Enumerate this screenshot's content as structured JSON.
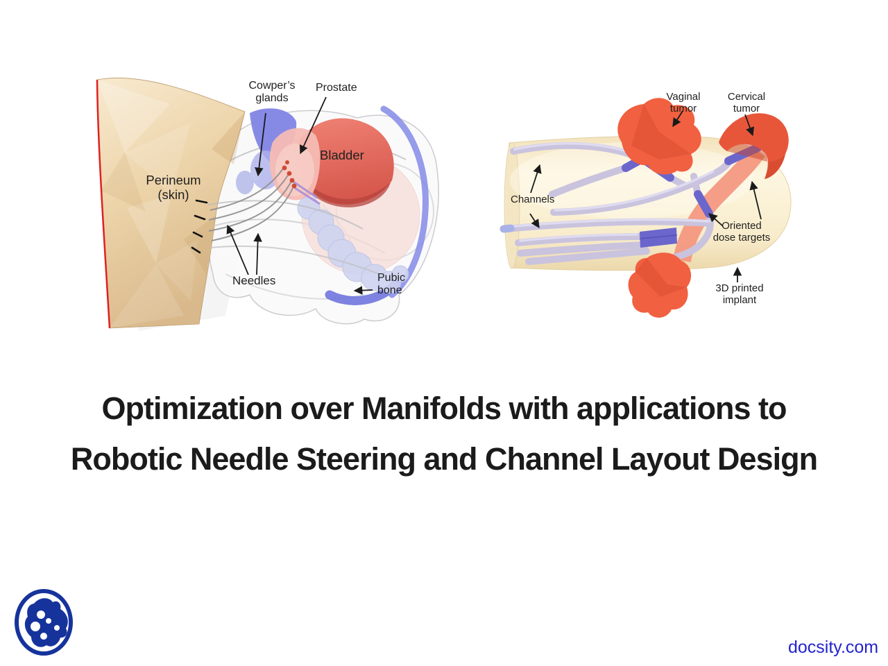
{
  "title": {
    "line1": "Optimization over Manifolds with applications to",
    "line2": "Robotic Needle Steering and Channel Layout Design"
  },
  "left_figure": {
    "labels": {
      "cowpers_glands": {
        "line1": "Cowper’s",
        "line2": "glands"
      },
      "prostate": "Prostate",
      "bladder": "Bladder",
      "perineum": {
        "line1": "Perineum",
        "line2": "(skin)"
      },
      "needles": "Needles",
      "pubic_bone": {
        "line1": "Pubic",
        "line2": "bone"
      }
    }
  },
  "right_figure": {
    "labels": {
      "vaginal_tumor": {
        "line1": "Vaginal",
        "line2": "tumor"
      },
      "cervical_tumor": {
        "line1": "Cervical",
        "line2": "tumor"
      },
      "channels": "Channels",
      "oriented_dose_targets": {
        "line1": "Oriented",
        "line2": "dose targets"
      },
      "printed_implant": {
        "line1": "3D printed",
        "line2": "implant"
      }
    }
  },
  "footer": {
    "site_link": "docsity.com"
  },
  "colors": {
    "background": "#ffffff",
    "title_text": "#1b1b1b",
    "label_text": "#1f1f1f",
    "link_blue": "#2323cf",
    "logo_blue": "#16339c",
    "skin_tan": "#ecd3a8",
    "skin_edge_red": "#e02020",
    "bladder_red": "#e06a5e",
    "prostate_pink": "#f5bcb4",
    "anatomy_blue": "#8184e4",
    "needle_gray": "#999999",
    "implant_cream": "#faeed2",
    "channel_lavender": "#c9c3de",
    "dose_target_blue": "#6b66cc",
    "tumor_orange": "#f16040"
  }
}
